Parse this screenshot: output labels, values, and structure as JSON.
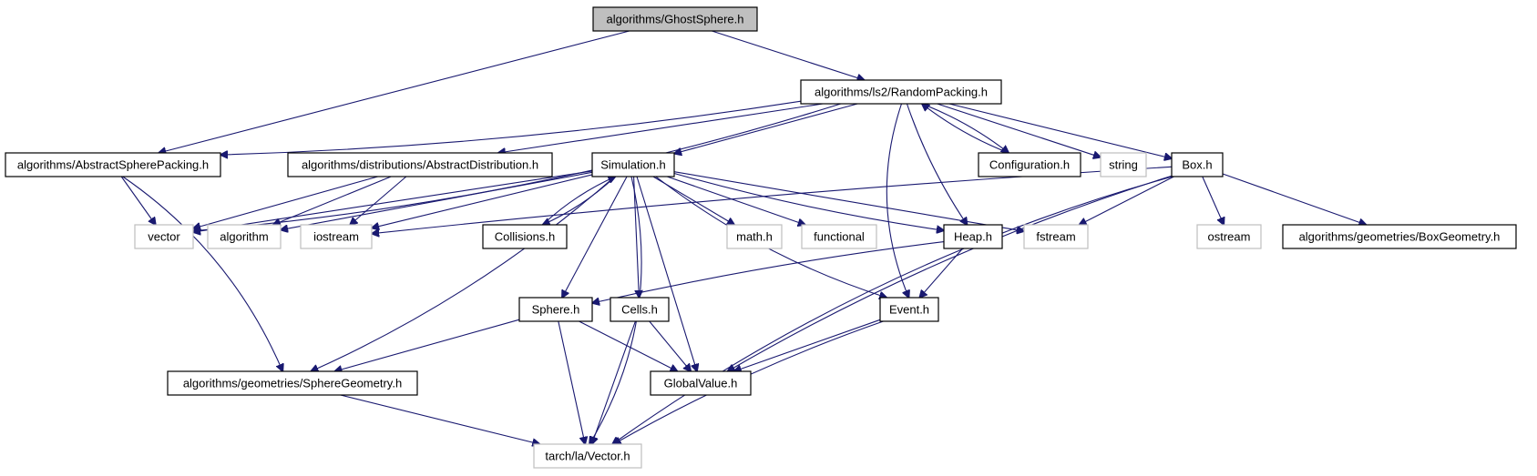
{
  "nodes": [
    {
      "id": "ghost",
      "label": "algorithms/GhostSphere.h",
      "style": "root"
    },
    {
      "id": "random",
      "label": "algorithms/ls2/RandomPacking.h",
      "style": "normal"
    },
    {
      "id": "abstract",
      "label": "algorithms/AbstractSpherePacking.h",
      "style": "normal"
    },
    {
      "id": "absdist",
      "label": "algorithms/distributions/AbstractDistribution.h",
      "style": "normal"
    },
    {
      "id": "simulation",
      "label": "Simulation.h",
      "style": "normal"
    },
    {
      "id": "config",
      "label": "Configuration.h",
      "style": "normal"
    },
    {
      "id": "string",
      "label": "string",
      "style": "external"
    },
    {
      "id": "box",
      "label": "Box.h",
      "style": "normal"
    },
    {
      "id": "vector",
      "label": "vector",
      "style": "external"
    },
    {
      "id": "algorithm",
      "label": "algorithm",
      "style": "external"
    },
    {
      "id": "iostream",
      "label": "iostream",
      "style": "external"
    },
    {
      "id": "collisions",
      "label": "Collisions.h",
      "style": "normal"
    },
    {
      "id": "math",
      "label": "math.h",
      "style": "external"
    },
    {
      "id": "functional",
      "label": "functional",
      "style": "external"
    },
    {
      "id": "heap",
      "label": "Heap.h",
      "style": "normal"
    },
    {
      "id": "fstream",
      "label": "fstream",
      "style": "external"
    },
    {
      "id": "ostream",
      "label": "ostream",
      "style": "external"
    },
    {
      "id": "boxgeom",
      "label": "algorithms/geometries/BoxGeometry.h",
      "style": "normal"
    },
    {
      "id": "sphere",
      "label": "Sphere.h",
      "style": "normal"
    },
    {
      "id": "cells",
      "label": "Cells.h",
      "style": "normal"
    },
    {
      "id": "event",
      "label": "Event.h",
      "style": "normal"
    },
    {
      "id": "spheregeom",
      "label": "algorithms/geometries/SphereGeometry.h",
      "style": "normal"
    },
    {
      "id": "globalvalue",
      "label": "GlobalValue.h",
      "style": "normal"
    },
    {
      "id": "vectorh",
      "label": "tarch/la/Vector.h",
      "style": "external"
    }
  ],
  "edges": [
    [
      "ghost",
      "random"
    ],
    [
      "ghost",
      "abstract"
    ],
    [
      "random",
      "abstract"
    ],
    [
      "random",
      "absdist"
    ],
    [
      "random",
      "simulation"
    ],
    [
      "random",
      "config"
    ],
    [
      "random",
      "string"
    ],
    [
      "random",
      "box"
    ],
    [
      "random",
      "vector"
    ],
    [
      "random",
      "heap"
    ],
    [
      "random",
      "event"
    ],
    [
      "abstract",
      "vector"
    ],
    [
      "abstract",
      "spheregeom"
    ],
    [
      "absdist",
      "vector"
    ],
    [
      "absdist",
      "algorithm"
    ],
    [
      "absdist",
      "iostream"
    ],
    [
      "simulation",
      "vector"
    ],
    [
      "simulation",
      "algorithm"
    ],
    [
      "simulation",
      "iostream"
    ],
    [
      "simulation",
      "collisions"
    ],
    [
      "simulation",
      "math"
    ],
    [
      "simulation",
      "functional"
    ],
    [
      "simulation",
      "heap"
    ],
    [
      "simulation",
      "fstream"
    ],
    [
      "simulation",
      "sphere"
    ],
    [
      "simulation",
      "cells"
    ],
    [
      "simulation",
      "event"
    ],
    [
      "simulation",
      "spheregeom"
    ],
    [
      "simulation",
      "globalvalue"
    ],
    [
      "simulation",
      "vectorh"
    ],
    [
      "collisions",
      "simulation"
    ],
    [
      "config",
      "random"
    ],
    [
      "box",
      "iostream"
    ],
    [
      "box",
      "fstream"
    ],
    [
      "box",
      "ostream"
    ],
    [
      "box",
      "boxgeom"
    ],
    [
      "box",
      "globalvalue"
    ],
    [
      "box",
      "vectorh"
    ],
    [
      "heap",
      "sphere"
    ],
    [
      "heap",
      "event"
    ],
    [
      "sphere",
      "spheregeom"
    ],
    [
      "sphere",
      "globalvalue"
    ],
    [
      "sphere",
      "vectorh"
    ],
    [
      "cells",
      "globalvalue"
    ],
    [
      "cells",
      "vectorh"
    ],
    [
      "event",
      "globalvalue"
    ],
    [
      "event",
      "vectorh"
    ],
    [
      "spheregeom",
      "vectorh"
    ]
  ],
  "colors": {
    "edge": "#191970",
    "node_border": "#000000",
    "external_border": "#bfbfbf",
    "root_fill": "#bfbfbf",
    "node_fill": "#ffffff",
    "text": "#000000"
  }
}
